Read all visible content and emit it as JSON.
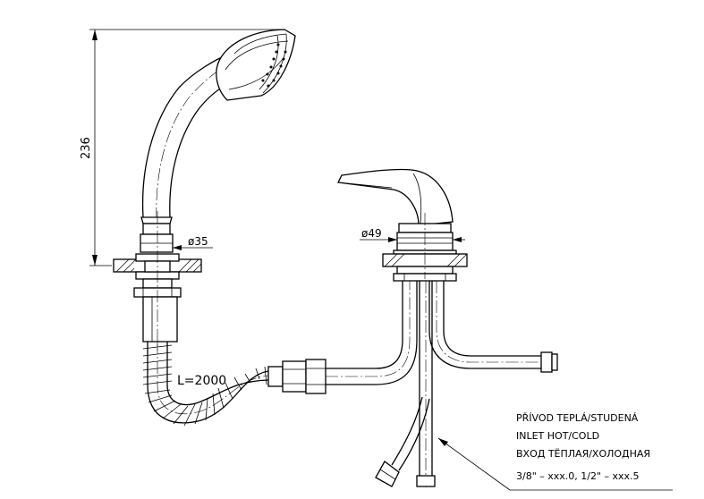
{
  "dimensions": {
    "shower_height": "236",
    "shower_diameter": "ø35",
    "mixer_diameter": "ø49",
    "hose_length": "L=2000"
  },
  "inlet_note": {
    "line1": "PŘÍVOD TEPLÁ/STUDENÁ",
    "line2": "INLET HOT/COLD",
    "line3": "ВХОД ТЁПЛАЯ/ХОЛОДНАЯ",
    "line4": "3/8\" – xxx.0, 1/2\" – xxx.5"
  }
}
